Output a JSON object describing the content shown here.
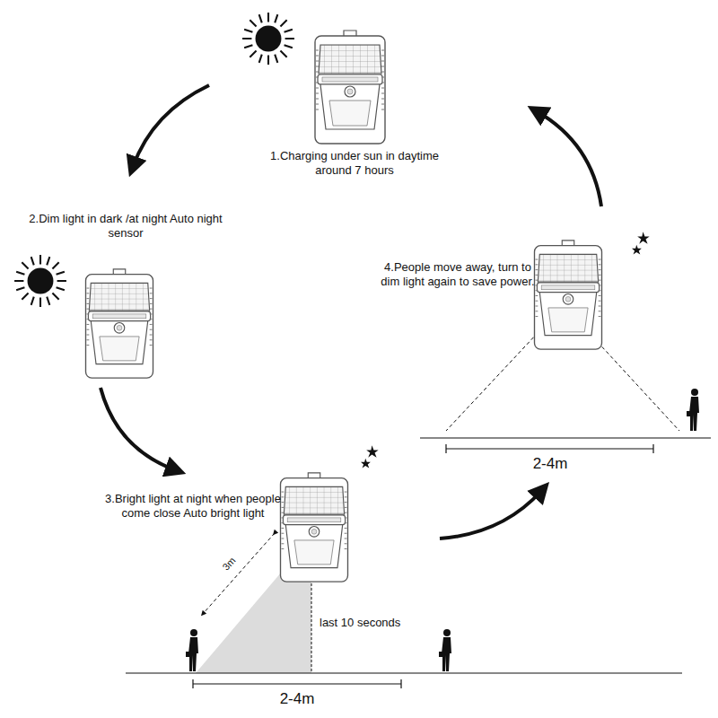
{
  "diagram": {
    "labels": [
      "1.Charging under sun in daytime around 7 hours",
      "2.Dim light in dark /at night Auto night sensor",
      "3.Bright light at night when people come close Auto bright light",
      "4.People move away, turn to dim light again to save power.",
      "3m",
      "last 10 seconds",
      "2-4m",
      "2-4m"
    ]
  }
}
